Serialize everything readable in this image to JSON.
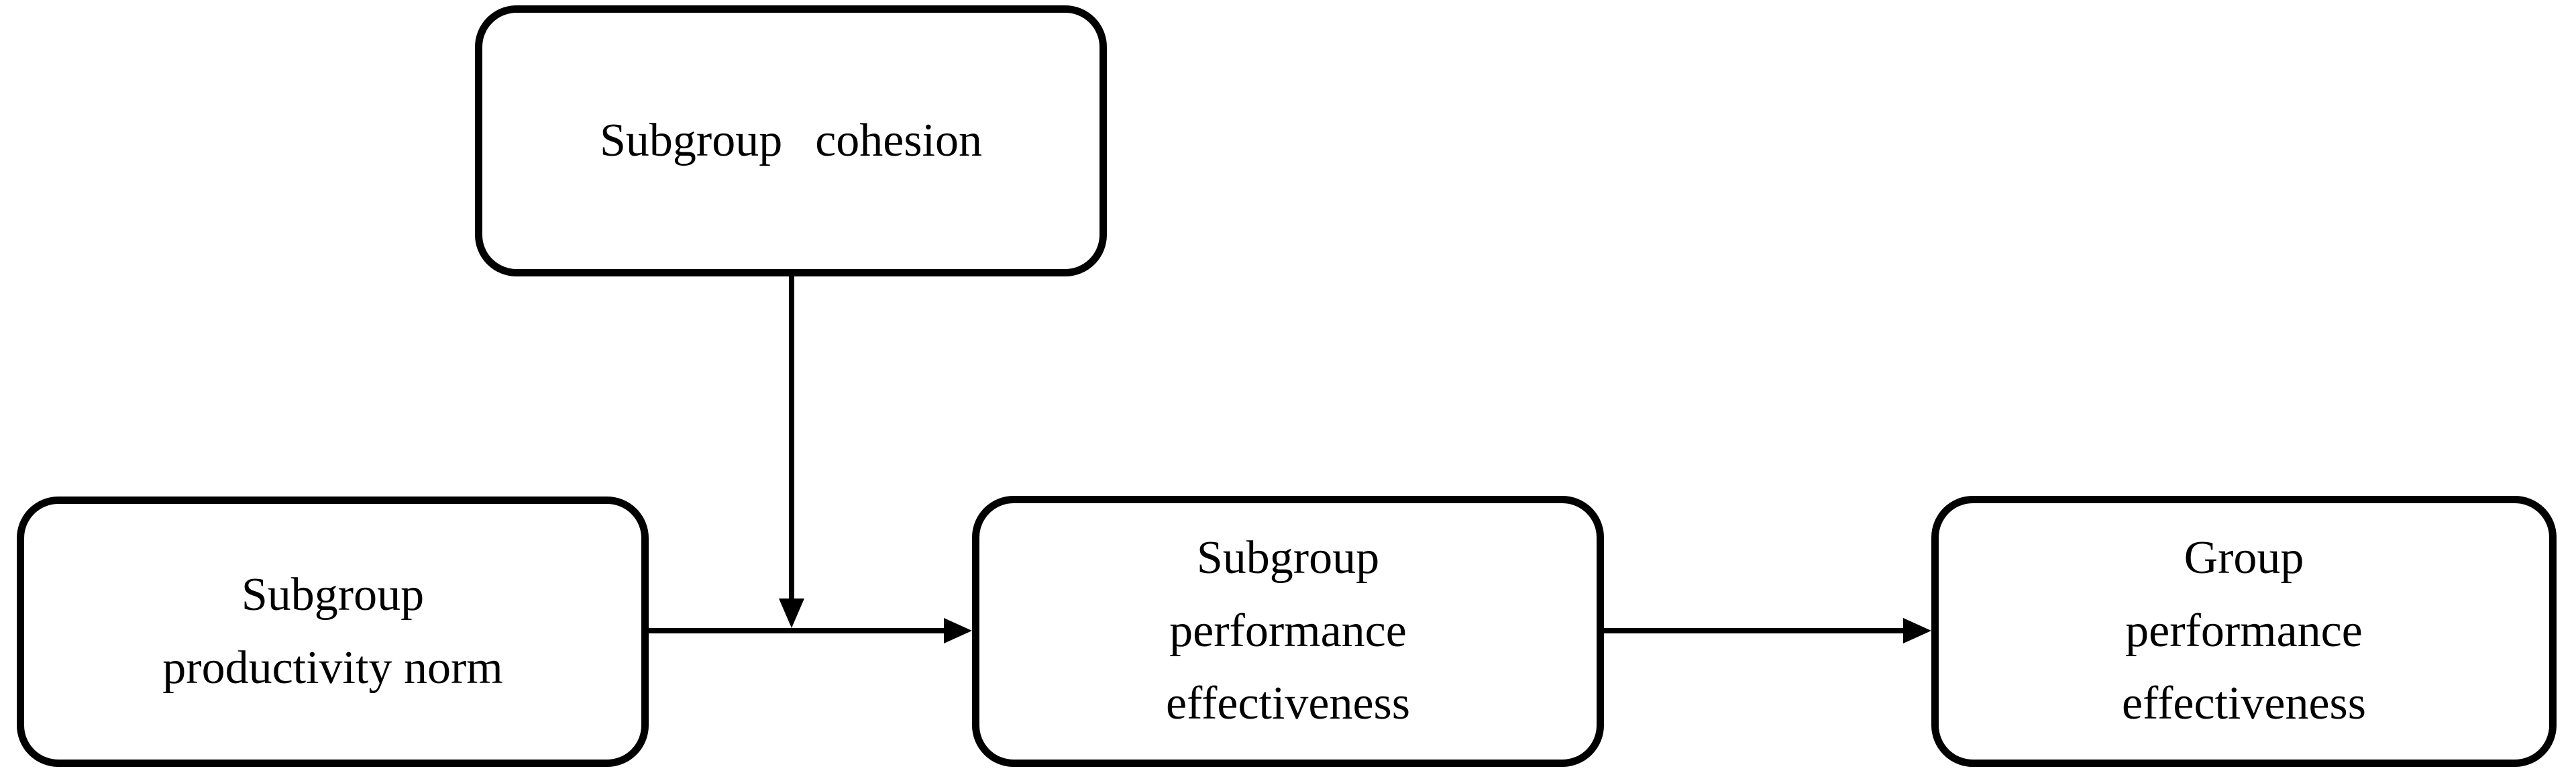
{
  "figure": {
    "background_color": "#ffffff",
    "stroke_color": "#000000",
    "nodes": {
      "subgroup_cohesion": {
        "label": "Subgroup cohesion"
      },
      "subgroup_productivity_norm": {
        "label": "Subgroup\nproductivity norm"
      },
      "subgroup_performance_effectiveness": {
        "label": "Subgroup\nperformance\neffectiveness"
      },
      "group_performance_effectiveness": {
        "label": "Group\nperformance\neffectiveness"
      }
    },
    "edges": [
      {
        "from": "subgroup_productivity_norm",
        "to": "subgroup_performance_effectiveness",
        "style": "solid-arrow"
      },
      {
        "from": "subgroup_performance_effectiveness",
        "to": "group_performance_effectiveness",
        "style": "solid-arrow"
      },
      {
        "from": "subgroup_cohesion",
        "to": "arrow(subgroup_productivity_norm -> subgroup_performance_effectiveness)",
        "style": "solid-arrow-onto-path"
      }
    ]
  }
}
